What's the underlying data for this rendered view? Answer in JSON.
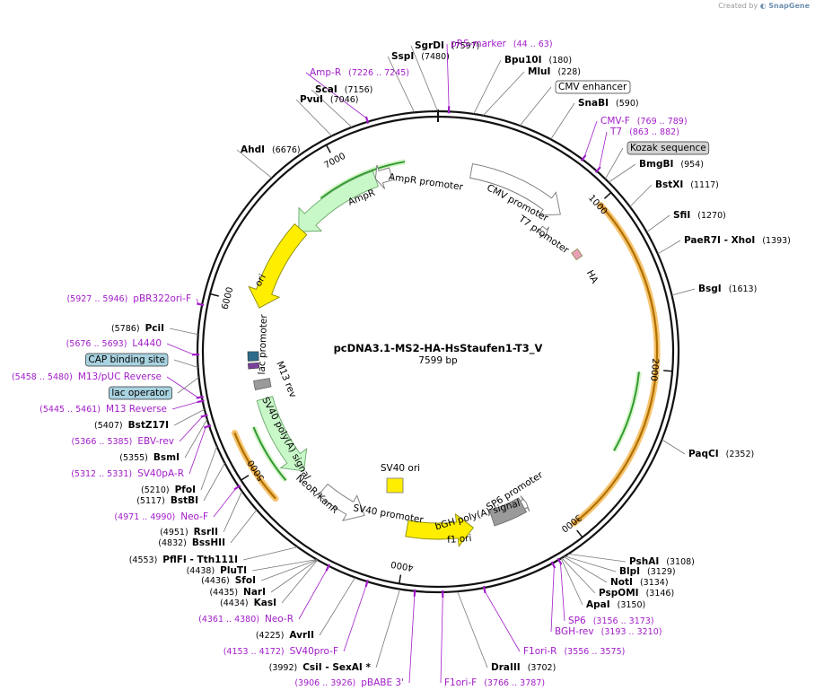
{
  "credit": {
    "prefix": "Created by",
    "brand": "SnapGene"
  },
  "plasmid": {
    "name": "pcDNA3.1-MS2-HA-HsStaufen1-T3_V",
    "length_label": "7599 bp",
    "length": 7599
  },
  "ticks": [
    "1000",
    "2000",
    "3000",
    "4000",
    "5000",
    "6000",
    "7000"
  ],
  "colors": {
    "primer": "#a21cc9",
    "backbone": "#111111",
    "orf_halo": "#f6c46f",
    "promoter_fill": "#ffffff",
    "green_fill": "#c8f7c8",
    "ori_fill": "#ffee00",
    "grey_fill": "#9a9a9a"
  },
  "labels": [
    {
      "kind": "enzyme",
      "name": "SgrDI",
      "pos": "(7597)"
    },
    {
      "kind": "enzyme",
      "name": "SspI",
      "pos": "(7480)"
    },
    {
      "kind": "primer",
      "name": "Amp-R",
      "pos": "(7226 .. 7245)"
    },
    {
      "kind": "enzyme",
      "name": "ScaI",
      "pos": "(7156)"
    },
    {
      "kind": "enzyme",
      "name": "PvuI",
      "pos": "(7046)"
    },
    {
      "kind": "enzyme",
      "name": "AhdI",
      "pos": "(6676)"
    },
    {
      "kind": "primer",
      "name": "pBR322ori-F",
      "pos": "(5927 .. 5946)"
    },
    {
      "kind": "enzyme",
      "name": "PciI",
      "pos": "(5786)"
    },
    {
      "kind": "primer",
      "name": "L4440",
      "pos": "(5676 .. 5693)"
    },
    {
      "kind": "feature",
      "name": "CAP binding site",
      "pos": ""
    },
    {
      "kind": "primer",
      "name": "M13/pUC Reverse",
      "pos": "(5458 .. 5480)"
    },
    {
      "kind": "feature",
      "name": "lac operator",
      "pos": ""
    },
    {
      "kind": "primer",
      "name": "M13 Reverse",
      "pos": "(5445 .. 5461)"
    },
    {
      "kind": "enzyme",
      "name": "BstZ17I",
      "pos": "(5407)"
    },
    {
      "kind": "primer",
      "name": "EBV-rev",
      "pos": "(5366 .. 5385)"
    },
    {
      "kind": "enzyme",
      "name": "BsmI",
      "pos": "(5355)"
    },
    {
      "kind": "primer",
      "name": "SV40pA-R",
      "pos": "(5312 .. 5331)"
    },
    {
      "kind": "enzyme",
      "name": "PfoI",
      "pos": "(5210)"
    },
    {
      "kind": "enzyme",
      "name": "BstBI",
      "pos": "(5117)"
    },
    {
      "kind": "primer",
      "name": "Neo-F",
      "pos": "(4971 .. 4990)"
    },
    {
      "kind": "enzyme",
      "name": "RsrII",
      "pos": "(4951)"
    },
    {
      "kind": "enzyme",
      "name": "BssHII",
      "pos": "(4832)"
    },
    {
      "kind": "enzyme",
      "name": "PflFI - Tth111I",
      "pos": "(4553)"
    },
    {
      "kind": "enzyme",
      "name": "PluTI",
      "pos": "(4438)"
    },
    {
      "kind": "enzyme",
      "name": "SfoI",
      "pos": "(4436)"
    },
    {
      "kind": "enzyme",
      "name": "NarI",
      "pos": "(4435)"
    },
    {
      "kind": "enzyme",
      "name": "KasI",
      "pos": "(4434)"
    },
    {
      "kind": "primer",
      "name": "Neo-R",
      "pos": "(4361 .. 4380)"
    },
    {
      "kind": "enzyme",
      "name": "AvrII",
      "pos": "(4225)"
    },
    {
      "kind": "primer",
      "name": "SV40pro-F",
      "pos": "(4153 .. 4172)"
    },
    {
      "kind": "enzyme",
      "name": "CsiI - SexAI *",
      "pos": "(3992)"
    },
    {
      "kind": "primer",
      "name": "pBABE 3'",
      "pos": "(3906 .. 3926)"
    },
    {
      "kind": "primer",
      "name": "F1ori-F",
      "pos": "(3766 .. 3787)"
    },
    {
      "kind": "enzyme",
      "name": "DraIII",
      "pos": "(3702)"
    },
    {
      "kind": "primer",
      "name": "F1ori-R",
      "pos": "(3556 .. 3575)"
    },
    {
      "kind": "primer",
      "name": "BGH-rev",
      "pos": "(3193 .. 3210)"
    },
    {
      "kind": "primer",
      "name": "SP6",
      "pos": "(3156 .. 3173)"
    },
    {
      "kind": "enzyme",
      "name": "ApaI",
      "pos": "(3150)"
    },
    {
      "kind": "enzyme",
      "name": "PspOMI",
      "pos": "(3146)"
    },
    {
      "kind": "enzyme",
      "name": "NotI",
      "pos": "(3134)"
    },
    {
      "kind": "enzyme",
      "name": "BlpI",
      "pos": "(3129)"
    },
    {
      "kind": "enzyme",
      "name": "PshAI",
      "pos": "(3108)"
    },
    {
      "kind": "enzyme",
      "name": "PaqCI",
      "pos": "(2352)"
    },
    {
      "kind": "enzyme",
      "name": "BsgI",
      "pos": "(1613)"
    },
    {
      "kind": "enzyme",
      "name": "PaeR7I - XhoI",
      "pos": "(1393)"
    },
    {
      "kind": "enzyme",
      "name": "SfiI",
      "pos": "(1270)"
    },
    {
      "kind": "enzyme",
      "name": "BstXI",
      "pos": "(1117)"
    },
    {
      "kind": "enzyme",
      "name": "BmgBI",
      "pos": "(954)"
    },
    {
      "kind": "feature",
      "name": "Kozak sequence",
      "pos": ""
    },
    {
      "kind": "primer",
      "name": "T7",
      "pos": "(863 .. 882)"
    },
    {
      "kind": "primer",
      "name": "CMV-F",
      "pos": "(769 .. 789)"
    },
    {
      "kind": "enzyme",
      "name": "SnaBI",
      "pos": "(590)"
    },
    {
      "kind": "feature",
      "name": "CMV enhancer",
      "pos": ""
    },
    {
      "kind": "enzyme",
      "name": "MluI",
      "pos": "(228)"
    },
    {
      "kind": "enzyme",
      "name": "Bpu10I",
      "pos": "(180)"
    },
    {
      "kind": "primer",
      "name": "pRS-marker",
      "pos": "(44 .. 63)"
    }
  ],
  "feature_labels": [
    "CMV promoter",
    "T7 promoter",
    "HA",
    "AmpR promoter",
    "AmpR",
    "ori",
    "lac promoter",
    "M13 rev",
    "SV40 poly(A) signal",
    "NeoR/KanR",
    "SV40 ori",
    "SV40 promoter",
    "f1 ori",
    "bGH poly(A) signal",
    "SP6 promoter"
  ]
}
